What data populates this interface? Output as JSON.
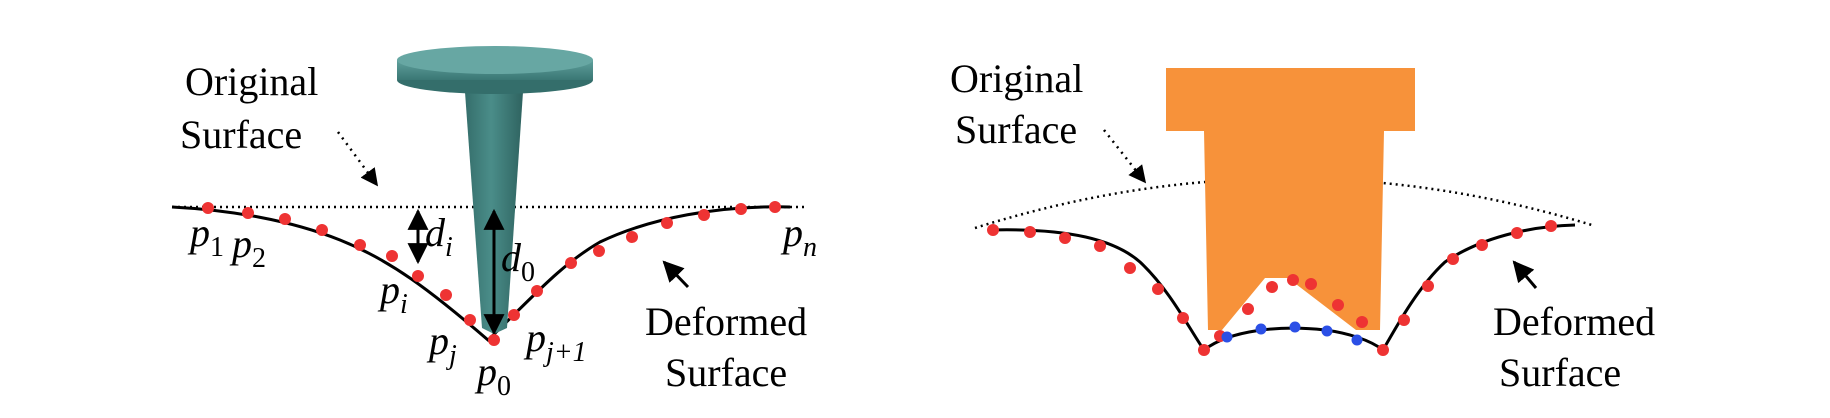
{
  "left_panel": {
    "original_surface_label": [
      "Original",
      "Surface"
    ],
    "deformed_surface_label": [
      "Deformed",
      "Surface"
    ],
    "point_labels": {
      "p1": {
        "base": "p",
        "sub": "1"
      },
      "p2": {
        "base": "p",
        "sub": "2"
      },
      "pi": {
        "base": "p",
        "sub": "i"
      },
      "pj": {
        "base": "p",
        "sub": "j"
      },
      "pj1": {
        "base": "p",
        "sub": "j+1"
      },
      "p0": {
        "base": "p",
        "sub": "0"
      },
      "pn": {
        "base": "p",
        "sub": "n"
      }
    },
    "distance_labels": {
      "di": {
        "base": "d",
        "sub": "i"
      },
      "d0": {
        "base": "d",
        "sub": "0"
      }
    },
    "indenter_color": "#3f7f7c"
  },
  "right_panel": {
    "original_surface_label": [
      "Original",
      "Surface"
    ],
    "deformed_surface_label": [
      "Deformed",
      "Surface"
    ],
    "indenter_color": "#f7923a"
  },
  "colors": {
    "point_red": "#ee3333",
    "point_blue": "#2b4fe6",
    "line": "#000000"
  }
}
